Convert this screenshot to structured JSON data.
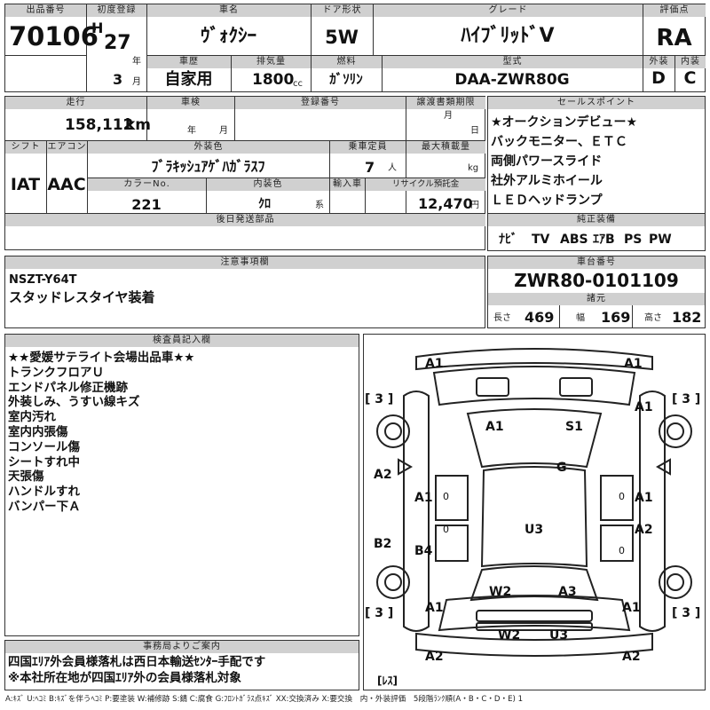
{
  "header": {
    "lot_label": "出品番号",
    "lot_no": "70106",
    "reg_label": "初度登録",
    "era": "H",
    "year": "27",
    "year_unit": "年",
    "month": "3",
    "month_unit": "月",
    "name_label": "車名",
    "car_name": "ｳﾞｫｸｼｰ",
    "door_label": "ドア形状",
    "door": "5W",
    "grade_label": "グレード",
    "grade": "ﾊｲﾌﾞﾘｯﾄﾞV",
    "score_label": "評価点",
    "score": "RA",
    "ext_label": "外装",
    "ext": "D",
    "int_label": "内装",
    "int": "C",
    "history_label": "車歴",
    "history": "自家用",
    "disp_label": "排気量",
    "disp": "1800",
    "disp_unit": "cc",
    "fuel_label": "燃料",
    "fuel": "ｶﾞｿﾘﾝ",
    "model_label": "型式",
    "model": "DAA-ZWR80G"
  },
  "spec": {
    "mileage_label": "走行",
    "mileage": "158,112",
    "mileage_unit": "km",
    "inspect_label": "車検",
    "inspect_year_unit": "年",
    "inspect_month_unit": "月",
    "plate_label": "登録番号",
    "transfer_label": "譲渡書類期限",
    "transfer_month_unit": "月",
    "transfer_day_unit": "日",
    "shift_label": "シフト",
    "shift": "IAT",
    "ac_label": "エアコン",
    "ac": "AAC",
    "color_label": "外装色",
    "color": "ﾌﾞﾗｷｯｼｭｱｹﾞﾊｶﾞﾗｽﾌ",
    "capacity_label": "乗車定員",
    "capacity": "7",
    "capacity_unit": "人",
    "load_label": "最大積載量",
    "load_unit": "kg",
    "color_no_label": "カラーNo.",
    "color_no": "221",
    "interior_label": "内装色",
    "interior": "ｸﾛ",
    "interior_unit": "系",
    "import_label": "輸入車",
    "recycle_label": "リサイクル預託金",
    "recycle": "12,470",
    "recycle_unit": "円",
    "later_label": "後日発送部品"
  },
  "sales": {
    "label": "セールスポイント",
    "points": [
      "★オークションデビュー★",
      "バックモニター、ＥＴＣ",
      "両側パワースライド",
      "社外アルミホイール",
      "ＬＥＤヘッドランプ"
    ]
  },
  "equip": {
    "label": "純正装備",
    "items": [
      "ﾅﾋﾞ",
      "TV",
      "ABS",
      "ｴｱB",
      "PS",
      "PW"
    ]
  },
  "notes": {
    "label": "注意事項欄",
    "lines": [
      "NSZT-Y64T",
      "スタッドレスタイヤ装着"
    ]
  },
  "chassis": {
    "label": "車台番号",
    "value": "ZWR80-0101109"
  },
  "dims": {
    "label": "諸元",
    "len_label": "長さ",
    "len": "469",
    "wid_label": "幅",
    "wid": "169",
    "hgt_label": "高さ",
    "hgt": "182"
  },
  "inspector": {
    "label": "検査員記入欄",
    "lines": [
      "★★愛媛サテライト会場出品車★★",
      "トランクフロアＵ",
      "エンドパネル修正機跡",
      "外装しみ、うすい線キズ",
      "室内汚れ",
      "室内内張傷",
      "コンソール傷",
      "シートすれ中",
      "天張傷",
      "ハンドルすれ",
      "バンパー下Ａ"
    ]
  },
  "office": {
    "label": "事務局よりご案内",
    "lines": [
      "四国ｴﾘｱ外会員様落札は西日本輸送ｾﾝﾀｰ手配です",
      "※本社所在地が四国ｴﾘｱ外の会員様落札対象"
    ]
  },
  "diagram": {
    "labels": [
      {
        "text": "A1"
      },
      {
        "text": "A1"
      },
      {
        "text": "A1"
      },
      {
        "text": "A1"
      },
      {
        "text": "S1"
      },
      {
        "text": "G"
      },
      {
        "text": "A2"
      },
      {
        "text": "A1"
      },
      {
        "text": "A1"
      },
      {
        "text": "U3"
      },
      {
        "text": "A2"
      },
      {
        "text": "B2"
      },
      {
        "text": "B4"
      },
      {
        "text": "W2"
      },
      {
        "text": "A3"
      },
      {
        "text": "A1"
      },
      {
        "text": "A1"
      },
      {
        "text": "W2"
      },
      {
        "text": "U3"
      },
      {
        "text": "A2"
      },
      {
        "text": "A2"
      }
    ],
    "tire_labels": [
      "[ 3 ]",
      "[ 3 ]",
      "[ 3 ]",
      "[ 3 ]"
    ],
    "les": "[ﾚｽ]",
    "grade_mark": "0"
  },
  "legend": "A:ｷｽﾞ U:ﾍｺﾐ B:ｷｽﾞを伴うﾍｺﾐ P:要塗装 W:補修跡 S:錆 C:腐食 G:ﾌﾛﾝﾄｶﾞﾗｽ点ｷｽﾞ XX:交換済み X:要交換　内・外装評価　5段階ﾗﾝｸ順(A・B・C・D・E) 1"
}
